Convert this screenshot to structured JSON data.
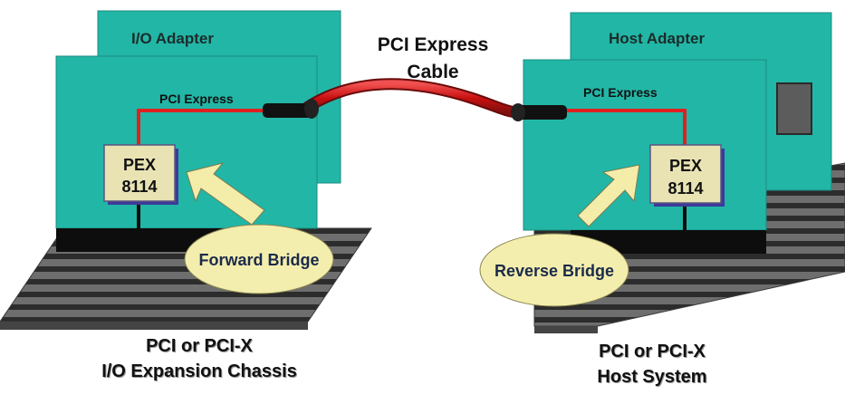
{
  "cable": {
    "title_line1": "PCI Express",
    "title_line2": "Cable"
  },
  "left": {
    "adapter_label": "I/O Adapter",
    "link_label": "PCI Express",
    "chip_line1": "PEX",
    "chip_line2": "8114",
    "bridge_label": "Forward Bridge",
    "caption_line1": "PCI or PCI-X",
    "caption_line2": "I/O Expansion Chassis"
  },
  "right": {
    "adapter_label": "Host Adapter",
    "link_label": "PCI Express",
    "chip_line1": "PEX",
    "chip_line2": "8114",
    "bridge_label": "Reverse Bridge",
    "caption_line1": "PCI or PCI-X",
    "caption_line2": "Host System"
  },
  "colors": {
    "card": "#22b6a6",
    "card_edge": "#1a8c80",
    "trace": "#e02020",
    "cable": "#d01818",
    "chip": "#e9e3b4",
    "bubble": "#f4eeae",
    "arrow": "#f3eda9",
    "base": "#555555"
  }
}
